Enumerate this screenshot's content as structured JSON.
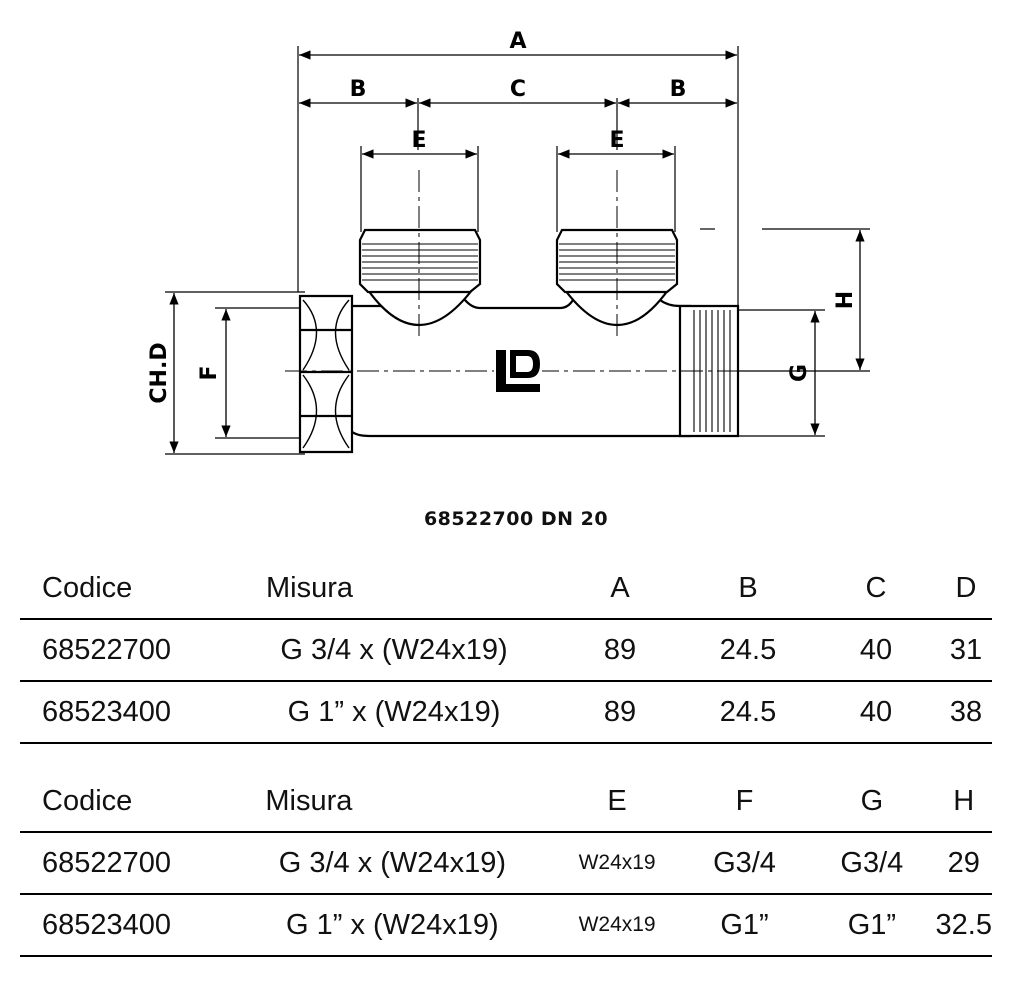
{
  "drawing": {
    "dimension_labels": {
      "A": "A",
      "B_left": "B",
      "C": "C",
      "B_right": "B",
      "E_left": "E",
      "E_right": "E",
      "H": "H",
      "G": "G",
      "F": "F",
      "CHD": "CH.D"
    }
  },
  "caption": "68522700 DN 20",
  "table1": {
    "headers": [
      "Codice",
      "Misura",
      "A",
      "B",
      "C",
      "D"
    ],
    "rows": [
      [
        "68522700",
        "G 3/4 x (W24x19)",
        "89",
        "24.5",
        "40",
        "31"
      ],
      [
        "68523400",
        "G 1” x (W24x19)",
        "89",
        "24.5",
        "40",
        "38"
      ]
    ]
  },
  "table2": {
    "headers": [
      "Codice",
      "Misura",
      "E",
      "F",
      "G",
      "H"
    ],
    "rows": [
      [
        "68522700",
        "G 3/4 x (W24x19)",
        "W24x19",
        "G3/4",
        "G3/4",
        "29"
      ],
      [
        "68523400",
        "G 1” x (W24x19)",
        "W24x19",
        "G1”",
        "G1”",
        "32.5"
      ]
    ]
  }
}
